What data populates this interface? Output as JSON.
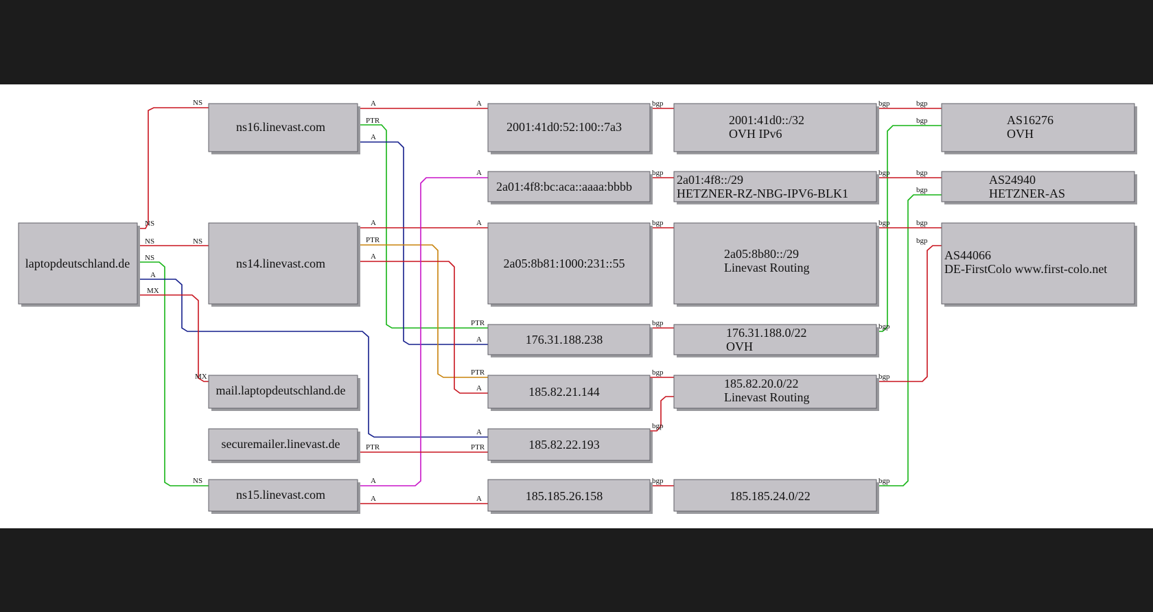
{
  "colors": {
    "red": "#c8141e",
    "green": "#14b414",
    "blue": "#141e8c",
    "magenta": "#c814c8",
    "orange": "#c8820a"
  },
  "nodes": [
    {
      "id": "laptop",
      "lines": [
        "laptopdeutschland.de"
      ]
    },
    {
      "id": "ns16",
      "lines": [
        "ns16.linevast.com"
      ]
    },
    {
      "id": "ns14",
      "lines": [
        "ns14.linevast.com"
      ]
    },
    {
      "id": "mail",
      "lines": [
        "mail.laptopdeutschland.de"
      ]
    },
    {
      "id": "secure",
      "lines": [
        "securemailer.linevast.de"
      ]
    },
    {
      "id": "ns15",
      "lines": [
        "ns15.linevast.com"
      ]
    },
    {
      "id": "ip6_ovh",
      "lines": [
        "2001:41d0:52:100::7a3"
      ]
    },
    {
      "id": "ip6_hetz",
      "lines": [
        "2a01:4f8:bc:aca::aaaa:bbbb"
      ]
    },
    {
      "id": "ip6_lv",
      "lines": [
        "2a05:8b81:1000:231::55"
      ]
    },
    {
      "id": "ip_176",
      "lines": [
        "176.31.188.238"
      ]
    },
    {
      "id": "ip_185_144",
      "lines": [
        "185.82.21.144"
      ]
    },
    {
      "id": "ip_185_193",
      "lines": [
        "185.82.22.193"
      ]
    },
    {
      "id": "ip_185_158",
      "lines": [
        "185.185.26.158"
      ]
    },
    {
      "id": "pfx_ovh6",
      "lines": [
        "2001:41d0::/32",
        "OVH IPv6"
      ]
    },
    {
      "id": "pfx_hetz",
      "lines": [
        "2a01:4f8::/29",
        "HETZNER-RZ-NBG-IPV6-BLK1"
      ]
    },
    {
      "id": "pfx_lv6",
      "lines": [
        "2a05:8b80::/29",
        "Linevast Routing"
      ]
    },
    {
      "id": "pfx_ovh4",
      "lines": [
        "176.31.188.0/22",
        "OVH"
      ]
    },
    {
      "id": "pfx_lv4",
      "lines": [
        "185.82.20.0/22",
        "Linevast Routing"
      ]
    },
    {
      "id": "pfx_185",
      "lines": [
        "185.185.24.0/22"
      ]
    },
    {
      "id": "as_ovh",
      "lines": [
        "AS16276",
        "OVH"
      ]
    },
    {
      "id": "as_hetz",
      "lines": [
        "AS24940",
        "HETZNER-AS"
      ]
    },
    {
      "id": "as_fc",
      "lines": [
        "AS44066",
        "DE-FirstColo www.first-colo.net"
      ]
    }
  ],
  "edges": [
    {
      "from": "laptop",
      "to": "ns16",
      "color": "red",
      "src_label": "NS",
      "dst_label": "NS"
    },
    {
      "from": "laptop",
      "to": "ns14",
      "color": "red",
      "src_label": "NS",
      "dst_label": "NS"
    },
    {
      "from": "laptop",
      "to": "ns15",
      "color": "green",
      "src_label": "NS",
      "dst_label": "NS"
    },
    {
      "from": "laptop",
      "to": "ip_185_193",
      "color": "blue",
      "src_label": "A",
      "dst_label": "A"
    },
    {
      "from": "laptop",
      "to": "mail",
      "color": "red",
      "src_label": "MX",
      "dst_label": "MX"
    },
    {
      "from": "ns16",
      "to": "ip6_ovh",
      "color": "red",
      "src_label": "A",
      "dst_label": "A"
    },
    {
      "from": "ns16",
      "to": "ip_176",
      "color": "green",
      "src_label": "PTR",
      "dst_label": "PTR"
    },
    {
      "from": "ns16",
      "to": "ip_176",
      "color": "blue",
      "src_label": "A",
      "dst_label": "A"
    },
    {
      "from": "ns14",
      "to": "ip6_lv",
      "color": "red",
      "src_label": "A",
      "dst_label": "A"
    },
    {
      "from": "ns14",
      "to": "ip_185_144",
      "color": "orange",
      "src_label": "PTR",
      "dst_label": "PTR"
    },
    {
      "from": "ns14",
      "to": "ip_185_144",
      "color": "red",
      "src_label": "A",
      "dst_label": "A"
    },
    {
      "from": "ns15",
      "to": "ip6_hetz",
      "color": "magenta",
      "src_label": "A",
      "dst_label": "A"
    },
    {
      "from": "ns15",
      "to": "ip_185_158",
      "color": "red",
      "src_label": "A",
      "dst_label": "A"
    },
    {
      "from": "secure",
      "to": "ip_185_193",
      "color": "red",
      "src_label": "PTR",
      "dst_label": "PTR"
    },
    {
      "from": "ip6_ovh",
      "to": "pfx_ovh6",
      "color": "red",
      "src_label": "bgp",
      "dst_label": ""
    },
    {
      "from": "ip6_hetz",
      "to": "pfx_hetz",
      "color": "red",
      "src_label": "bgp",
      "dst_label": ""
    },
    {
      "from": "ip6_lv",
      "to": "pfx_lv6",
      "color": "red",
      "src_label": "bgp",
      "dst_label": ""
    },
    {
      "from": "ip_176",
      "to": "pfx_ovh4",
      "color": "red",
      "src_label": "bgp",
      "dst_label": ""
    },
    {
      "from": "ip_185_144",
      "to": "pfx_lv4",
      "color": "red",
      "src_label": "bgp",
      "dst_label": ""
    },
    {
      "from": "ip_185_193",
      "to": "pfx_lv4",
      "color": "red",
      "src_label": "bgp",
      "dst_label": ""
    },
    {
      "from": "ip_185_158",
      "to": "pfx_185",
      "color": "red",
      "src_label": "bgp",
      "dst_label": ""
    },
    {
      "from": "pfx_ovh6",
      "to": "as_ovh",
      "color": "red",
      "src_label": "bgp",
      "dst_label": "bgp"
    },
    {
      "from": "pfx_ovh4",
      "to": "as_ovh",
      "color": "green",
      "src_label": "bgp",
      "dst_label": "bgp"
    },
    {
      "from": "pfx_hetz",
      "to": "as_hetz",
      "color": "red",
      "src_label": "bgp",
      "dst_label": "bgp"
    },
    {
      "from": "pfx_185",
      "to": "as_hetz",
      "color": "green",
      "src_label": "bgp",
      "dst_label": "bgp"
    },
    {
      "from": "pfx_lv6",
      "to": "as_fc",
      "color": "red",
      "src_label": "bgp",
      "dst_label": "bgp"
    },
    {
      "from": "pfx_lv4",
      "to": "as_fc",
      "color": "red",
      "src_label": "bgp",
      "dst_label": "bgp"
    }
  ]
}
